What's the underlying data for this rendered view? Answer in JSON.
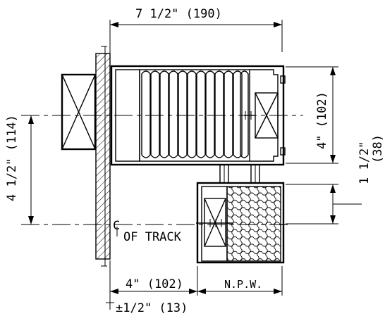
{
  "dimensions": {
    "top_width": "7 1/2\" (190)",
    "right_height": "4\" (102)",
    "right_offset_line1": "1 1/2\"",
    "right_offset_line2": "(38)",
    "left_height": "4 1/2\" (114)",
    "bottom_width": "4\" (102)",
    "bottom_npw": "N.P.W.",
    "bottom_tolerance": "±1/2\" (13)"
  },
  "labels": {
    "centerline_symbol": "C",
    "centerline_text": "OF TRACK"
  },
  "colors": {
    "line": "#000000",
    "background": "#ffffff"
  }
}
